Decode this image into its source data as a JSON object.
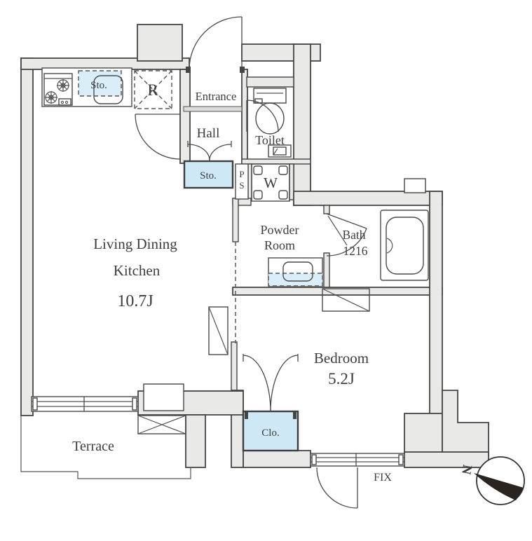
{
  "rooms": {
    "ldk": {
      "name_line1": "Living Dining",
      "name_line2": "Kitchen",
      "area": "10.7J"
    },
    "bedroom": {
      "name": "Bedroom",
      "area": "5.2J"
    },
    "powder_room": {
      "name_line1": "Powder",
      "name_line2": "Room"
    },
    "bath": {
      "name": "Bath",
      "size": "1216"
    },
    "toilet": {
      "name": "Toilet"
    },
    "hall": {
      "name": "Hall"
    },
    "entrance": {
      "name": "Entrance"
    },
    "terrace": {
      "name": "Terrace"
    }
  },
  "fixtures": {
    "kitchen_storage": "Sto.",
    "hall_storage": "Sto.",
    "bedroom_closet": "Clo.",
    "refrigerator_space": "R",
    "pipe_space_line1": "P",
    "pipe_space_line2": "S",
    "washer_space": "W",
    "fixed_window": "FIX",
    "compass_north": "N"
  },
  "colors": {
    "wall_fill": "#e9e9e7",
    "line": "#454545",
    "storage_fill": "#cfe8f5",
    "storage_dashed_fill": "#d9eef8",
    "text": "#3d3d3d"
  }
}
